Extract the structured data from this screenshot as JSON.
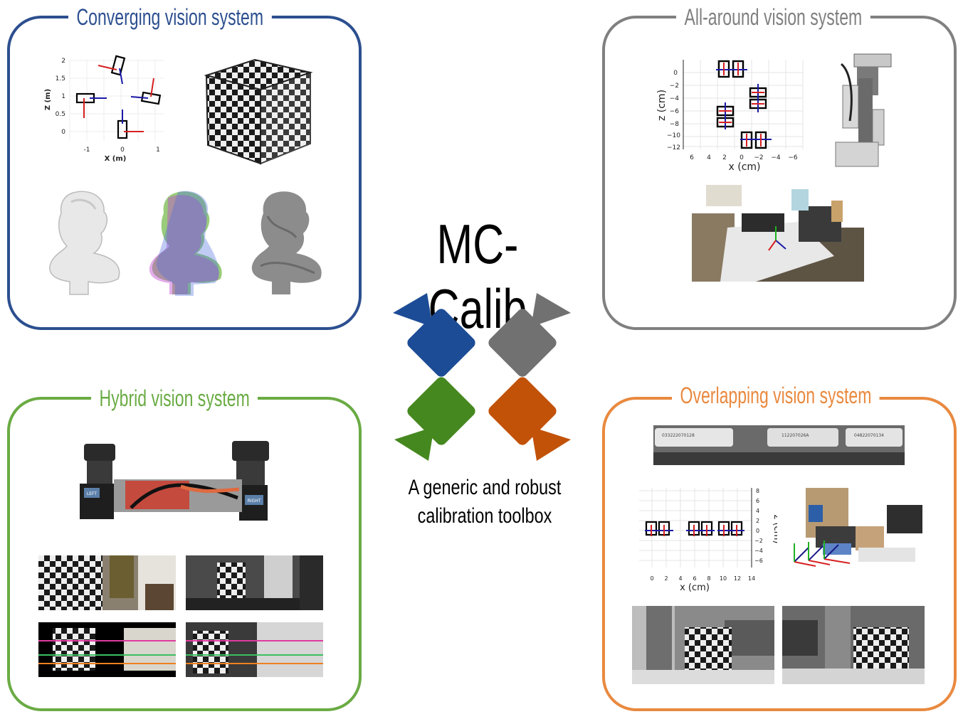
{
  "title": "MC-Calib",
  "subtitle": [
    "A generic and robust",
    "calibration toolbox"
  ],
  "colors": {
    "blue": "#2c4f8f",
    "gray": "#808080",
    "green": "#6aab44",
    "orange": "#e9893f",
    "logo_blue": "#1c4c96",
    "logo_gray": "#717171",
    "logo_green": "#45881f",
    "logo_orange": "#c25208"
  },
  "panels": {
    "converging": {
      "title": "Converging vision system",
      "plot": {
        "xlabel": "X (m)",
        "ylabel": "Z (m)",
        "xticks": [
          "-1",
          "0",
          "1"
        ],
        "yticks": [
          "2",
          "1.5",
          "1",
          "0.5",
          "0"
        ]
      }
    },
    "allaround": {
      "title": "All-around vision system",
      "plot": {
        "xlabel": "x (cm)",
        "ylabel": "z (cm)",
        "xticks": [
          "6",
          "4",
          "2",
          "0",
          "−2",
          "−4",
          "−6"
        ],
        "yticks": [
          "0",
          "−2",
          "−4",
          "−6",
          "−8",
          "−10",
          "−12"
        ]
      }
    },
    "hybrid": {
      "title": "Hybrid vision system",
      "labels": {
        "left": "LEFT",
        "right": "RIGHT"
      }
    },
    "overlapping": {
      "title": "Overlapping vision system",
      "plot": {
        "xlabel": "x (cm)",
        "ylabel": "z (cm)",
        "xticks": [
          "0",
          "2",
          "4",
          "6",
          "8",
          "10",
          "12",
          "14"
        ],
        "yticks": [
          "8",
          "6",
          "4",
          "2",
          "0",
          "−2",
          "−4",
          "−6"
        ]
      },
      "serials": [
        "033222070128",
        "112207026A",
        "04822070134"
      ]
    }
  }
}
